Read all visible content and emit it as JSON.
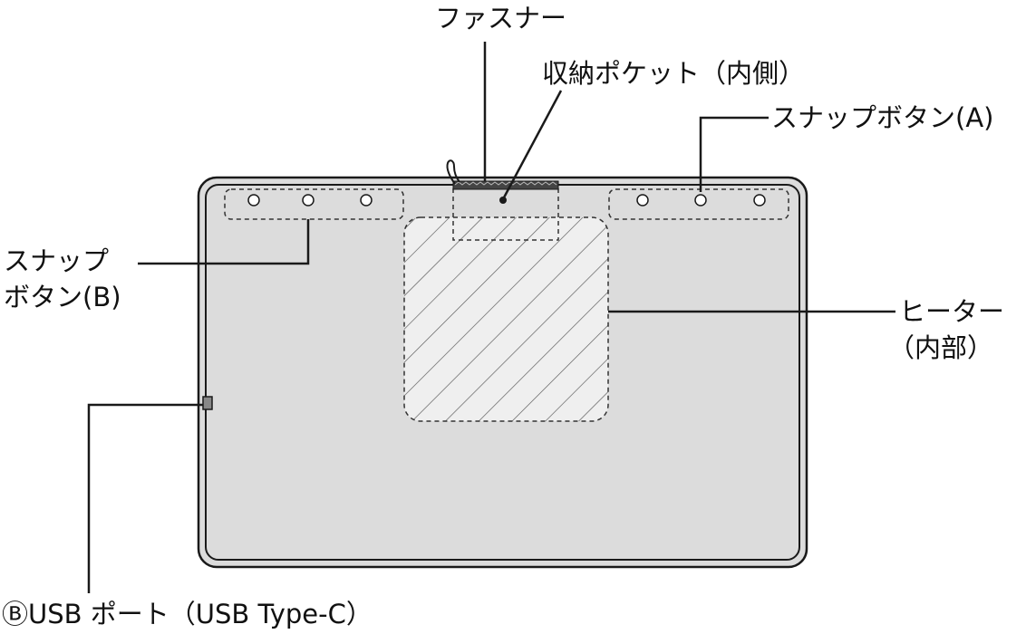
{
  "labels": {
    "fastener": "ファスナー",
    "storage_pocket": "収納ポケット（内側）",
    "snap_button_a": "スナップボタン(A)",
    "snap_button_b_line1": "スナップ",
    "snap_button_b_line2": "ボタン(B)",
    "heater_line1": "ヒーター",
    "heater_line2": "（内部）",
    "usb_port": "ⒷUSB ポート（USB Type-C）"
  },
  "colors": {
    "body_fill": "#dcdcdc",
    "outline": "#1a1a1a",
    "inner_outline": "#ffffff",
    "heater_fill": "#efefef"
  }
}
